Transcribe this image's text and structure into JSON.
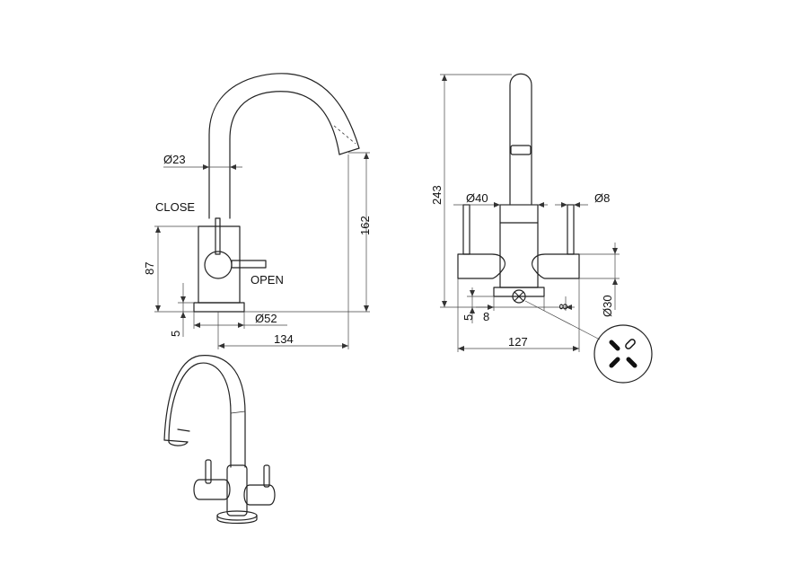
{
  "labels": {
    "d23": "Ø23",
    "close": "CLOSE",
    "open": "OPEN",
    "h87": "87",
    "h162": "162",
    "h5_left": "5",
    "d52": "Ø52",
    "w134": "134",
    "h243": "243",
    "d40": "Ø40",
    "d8_top": "Ø8",
    "d30": "Ø30",
    "h5_right": "5",
    "w8_left": "8",
    "w8_right": "8",
    "w127": "127"
  }
}
